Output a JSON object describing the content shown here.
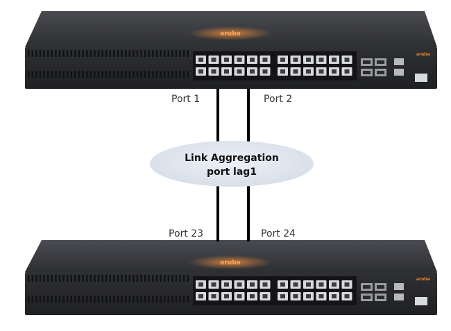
{
  "colors": {
    "chassis": "#2b2c2f",
    "chassis_top": "#3a3b3f",
    "port_face": "#1c1c1e",
    "port_jack": "#d9dadc",
    "cable": "#000000",
    "cloud_fill": "#e3e8ef",
    "logo_glow": "#d9782a",
    "brand": "#f08a24"
  },
  "switches": [
    {
      "id": "top",
      "logo_text": "aruba",
      "link_ports": [
        {
          "label": "Port 1"
        },
        {
          "label": "Port 2"
        }
      ]
    },
    {
      "id": "bottom",
      "logo_text": "aruba",
      "link_ports": [
        {
          "label": "Port 23"
        },
        {
          "label": "Port 24"
        }
      ]
    }
  ],
  "link": {
    "title_line1": "Link Aggregation",
    "title_line2": "port lag1"
  }
}
